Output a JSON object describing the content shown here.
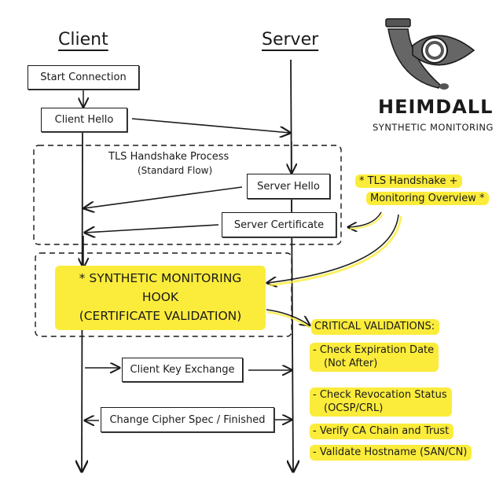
{
  "lanes": {
    "client": "Client",
    "server": "Server"
  },
  "logo": {
    "icon": "horn-eye-icon",
    "name": "HEIMDALL",
    "tagline": "SYNTHETIC MONITORING"
  },
  "flow": {
    "start_connection": "Start Connection",
    "client_hello": "Client Hello",
    "tls_group_title": "TLS Handshake Process",
    "tls_group_subtitle": "(Standard Flow)",
    "server_hello": "Server Hello",
    "server_certificate": "Server Certificate",
    "client_key_exchange": "Client Key Exchange",
    "change_cipher_spec": "Change Cipher Spec / Finished"
  },
  "annotations": {
    "overview_line1": "* TLS Handshake +",
    "overview_line2": "Monitoring Overview *",
    "hook_line1": "* SYNTHETIC MONITORING",
    "hook_line2": "HOOK",
    "hook_line3": "(CERTIFICATE VALIDATION)"
  },
  "critical_validations": {
    "title": "CRITICAL VALIDATIONS:",
    "items": [
      {
        "line1": "- Check Expiration Date",
        "line2": "(Not After)"
      },
      {
        "line1": "- Check Revocation Status",
        "line2": "(OCSP/CRL)"
      },
      {
        "line1": "- Verify CA Chain and Trust",
        "line2": ""
      },
      {
        "line1": "- Validate Hostname (SAN/CN)",
        "line2": ""
      }
    ]
  },
  "colors": {
    "highlight": "#fbec3b",
    "ink": "#1a1a1a"
  }
}
